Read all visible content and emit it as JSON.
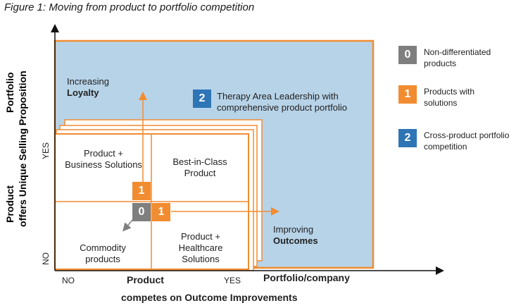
{
  "caption": "Figure 1: Moving from product to portfolio competition",
  "axes": {
    "y_outer_label": "Portfolio",
    "y_outer_label2": "offers Unique Selling Proposition",
    "y_inner_label": "Product",
    "y_yes": "YES",
    "y_no": "NO",
    "x_no": "NO",
    "x_yes": "YES",
    "x_product": "Product",
    "x_portfolio": "Portfolio/company",
    "x_subtitle": "competes on Outcome Improvements"
  },
  "quadrants": {
    "top_left": "Product + Business Solutions",
    "top_right": "Best-in-Class Product",
    "bottom_left": "Commodity products",
    "bottom_right": "Product + Healthcare Solutions"
  },
  "annotations": {
    "loyalty_prefix": "Increasing",
    "loyalty_bold": "Loyalty",
    "outcomes_prefix": "Improving",
    "outcomes_bold": "Outcomes",
    "therapy_area": "Therapy Area Leadership with comprehensive product portfolio"
  },
  "badges": {
    "center": "0",
    "up": "1",
    "right": "1",
    "therapy": "2"
  },
  "legend": [
    {
      "badge": "0",
      "text": "Non-differentiated products",
      "color": "#7f7f7f"
    },
    {
      "badge": "1",
      "text": "Products with solutions",
      "color": "#f28c30"
    },
    {
      "badge": "2",
      "text": "Cross-product portfolio competition",
      "color": "#2e75b6"
    }
  ],
  "colors": {
    "portfolio_fill": "#b7d3e8",
    "orange": "#f28c30",
    "gray": "#7f7f7f",
    "blue": "#2e75b6"
  }
}
